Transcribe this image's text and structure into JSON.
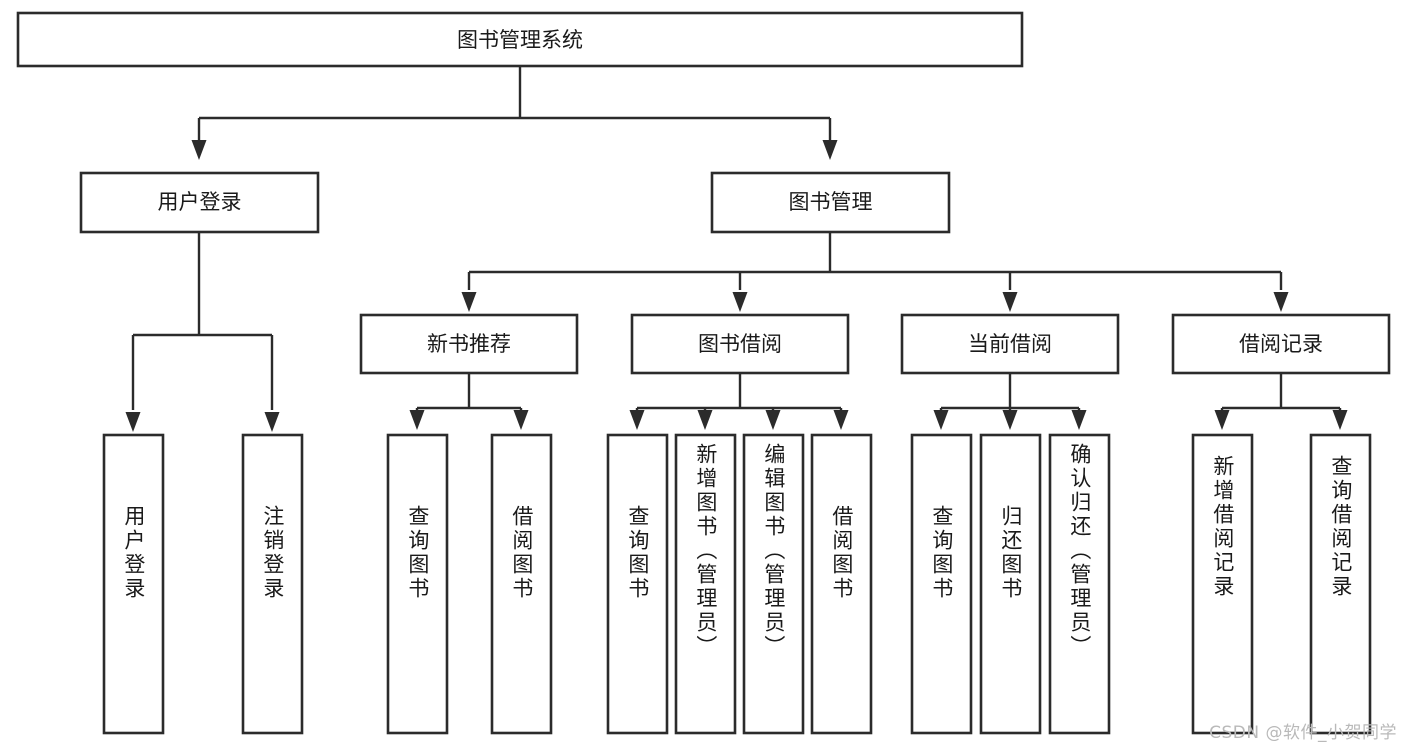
{
  "diagram": {
    "title": "图书管理系统",
    "type": "tree",
    "orientation": "top-down",
    "colors": {
      "box_stroke": "#2b2b2b",
      "box_fill": "#ffffff",
      "connector": "#2b2b2b",
      "text": "#1a1a1a",
      "background": "#ffffff",
      "watermark": "#b9b9b9"
    },
    "root": {
      "label": "图书管理系统"
    },
    "level2": [
      {
        "label": "用户登录"
      },
      {
        "label": "图书管理"
      }
    ],
    "level3": [
      {
        "label": "新书推荐"
      },
      {
        "label": "图书借阅"
      },
      {
        "label": "当前借阅"
      },
      {
        "label": "借阅记录"
      }
    ],
    "leaves": {
      "user_login": [
        {
          "label": "用户登录"
        },
        {
          "label": "注销登录"
        }
      ],
      "new_book_recommend": [
        {
          "label": "查询图书"
        },
        {
          "label": "借阅图书"
        }
      ],
      "book_borrow": [
        {
          "label": "查询图书"
        },
        {
          "label": "新增图书（管理员）"
        },
        {
          "label": "编辑图书（管理员）"
        },
        {
          "label": "借阅图书"
        }
      ],
      "current_borrow": [
        {
          "label": "查询图书"
        },
        {
          "label": "归还图书"
        },
        {
          "label": "确认归还（管理员）"
        }
      ],
      "borrow_record": [
        {
          "label": "新增借阅记录"
        },
        {
          "label": "查询借阅记录"
        }
      ]
    },
    "watermark": "CSDN @软件_小贺同学"
  }
}
